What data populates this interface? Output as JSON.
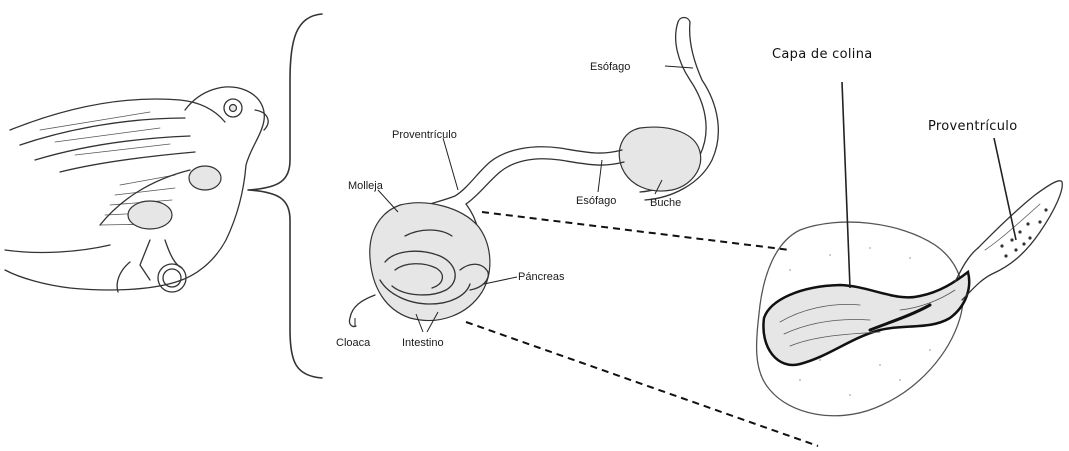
{
  "labels": {
    "esofago_top": "Esófago",
    "proventriculo": "Proventrículo",
    "molleja": "Molleja",
    "esofago_bottom": "Esófago",
    "buche": "Buche",
    "pancreas": "Páncreas",
    "cloaca": "Cloaca",
    "intestino": "Intestino",
    "capa_de_colina": "Capa de colina",
    "proventriculo_detail": "Proventrículo"
  }
}
